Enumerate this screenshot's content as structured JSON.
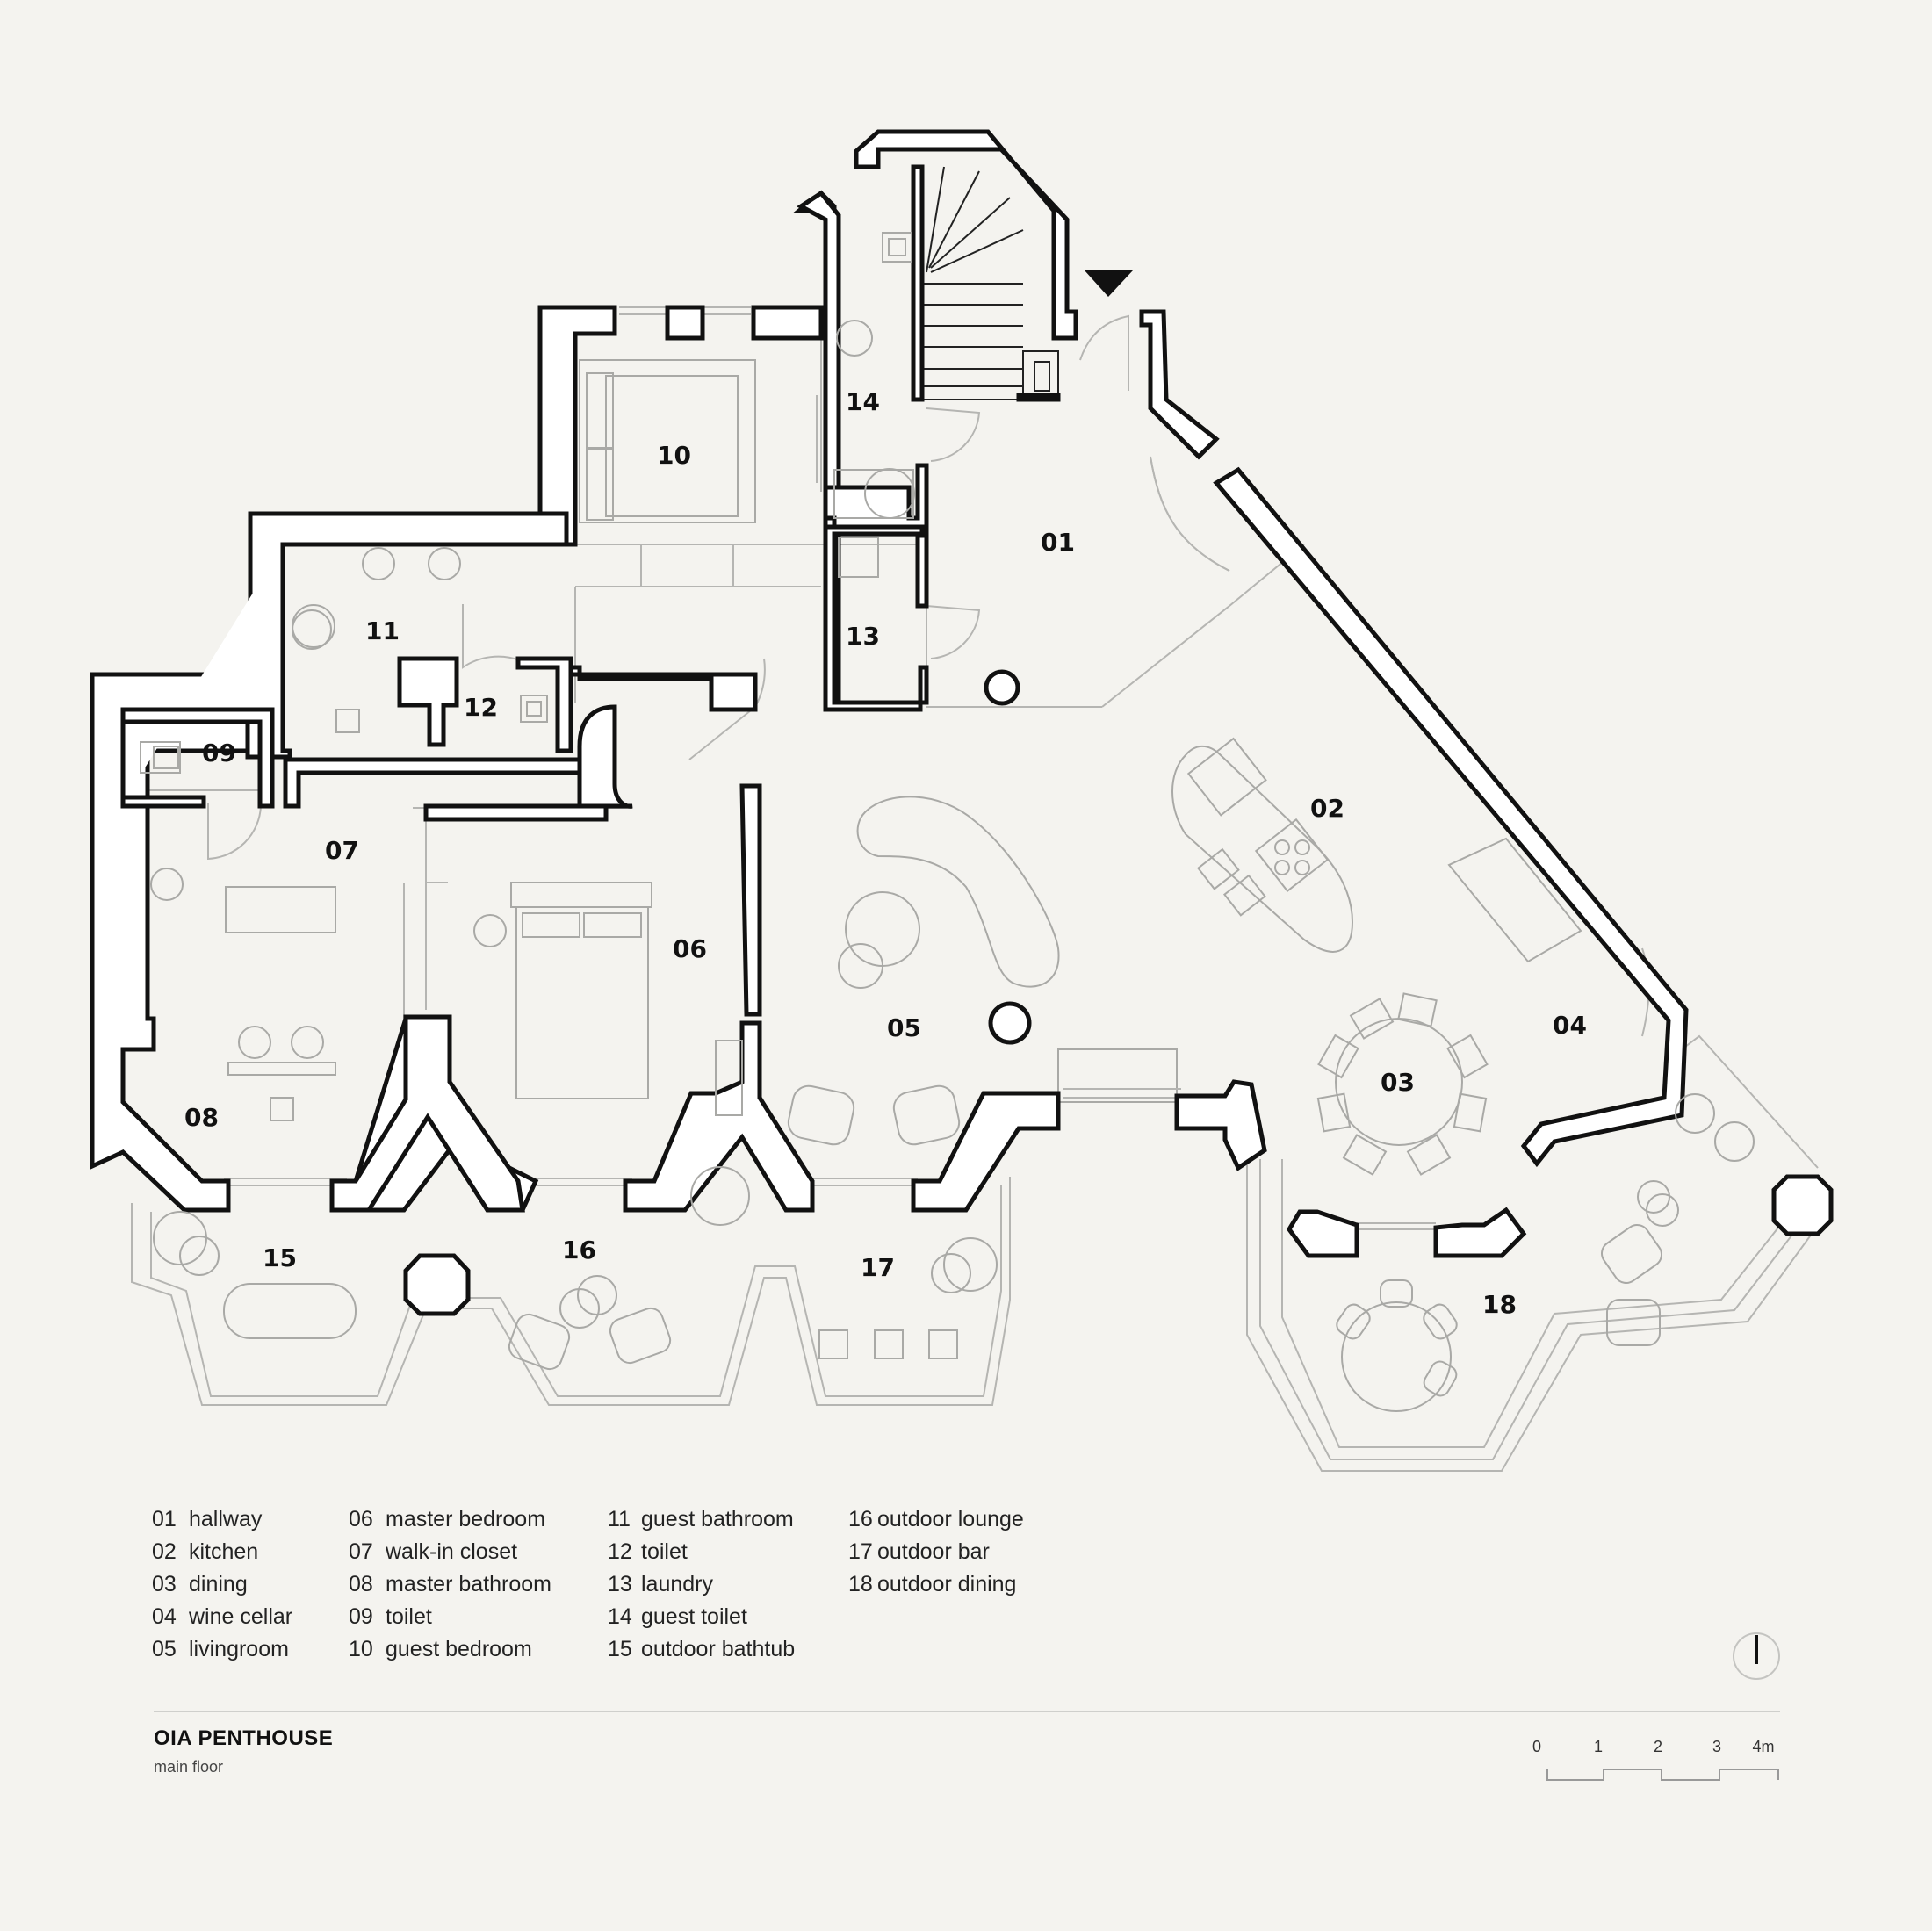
{
  "rooms": [
    {
      "id": "01",
      "name": "hallway"
    },
    {
      "id": "02",
      "name": "kitchen"
    },
    {
      "id": "03",
      "name": "dining"
    },
    {
      "id": "04",
      "name": "wine cellar"
    },
    {
      "id": "05",
      "name": "livingroom"
    },
    {
      "id": "06",
      "name": "master bedroom"
    },
    {
      "id": "07",
      "name": "walk-in closet"
    },
    {
      "id": "08",
      "name": "master bathroom"
    },
    {
      "id": "09",
      "name": "toilet"
    },
    {
      "id": "10",
      "name": "guest bedroom"
    },
    {
      "id": "11",
      "name": "guest bathroom"
    },
    {
      "id": "12",
      "name": "toilet"
    },
    {
      "id": "13",
      "name": "laundry"
    },
    {
      "id": "14",
      "name": "guest toilet"
    },
    {
      "id": "15",
      "name": "outdoor bathtub"
    },
    {
      "id": "16",
      "name": "outdoor lounge"
    },
    {
      "id": "17",
      "name": "outdoor bar"
    },
    {
      "id": "18",
      "name": "outdoor dining"
    }
  ],
  "title": "OIA PENTHOUSE",
  "subtitle": "main floor",
  "scale": {
    "ticks": [
      "0",
      "1",
      "2",
      "3",
      "4m"
    ]
  },
  "colors": {
    "background": "#f4f3ef",
    "walls": "#111111",
    "furniture": "#a9a9a6"
  },
  "icons": {
    "entrance": "triangle-down-icon",
    "north": "north-arrow-icon"
  }
}
